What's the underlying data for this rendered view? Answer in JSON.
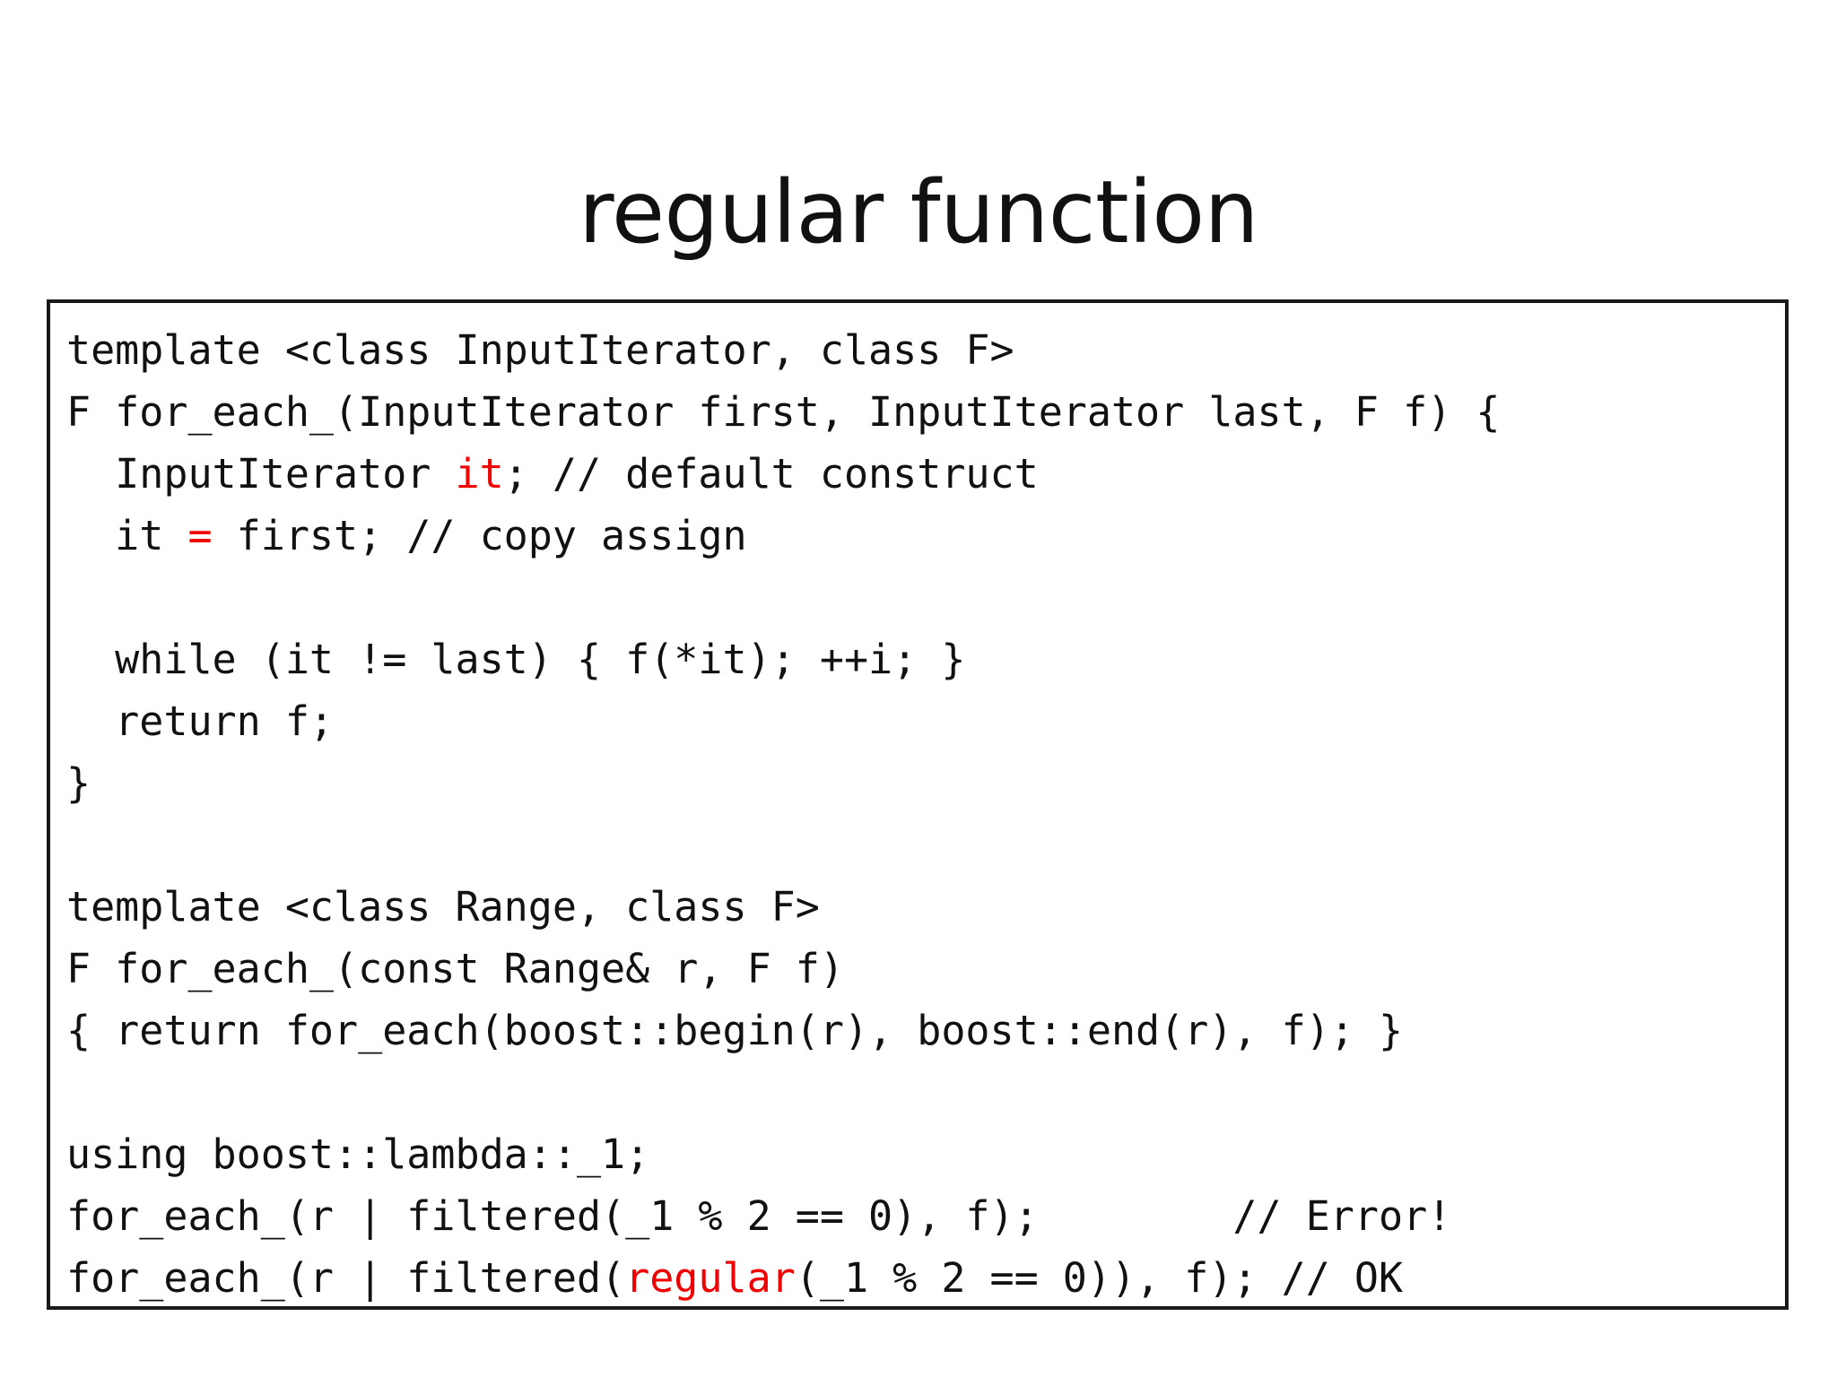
{
  "slide": {
    "title": "regular function",
    "background_color": "#ffffff",
    "text_color": "#111111",
    "accent_color": "#ee0000",
    "border_color": "#1a1a1a"
  },
  "code_block": {
    "language": "cpp",
    "lines": [
      {
        "tokens": [
          {
            "text": "template <class InputIterator, class F>",
            "color": "plain"
          }
        ]
      },
      {
        "tokens": [
          {
            "text": "F for_each_(InputIterator first, InputIterator last, F f) {",
            "color": "plain"
          }
        ]
      },
      {
        "tokens": [
          {
            "text": "  InputIterator ",
            "color": "plain"
          },
          {
            "text": "it",
            "color": "red"
          },
          {
            "text": "; // default construct",
            "color": "plain"
          }
        ]
      },
      {
        "tokens": [
          {
            "text": "  it ",
            "color": "plain"
          },
          {
            "text": "=",
            "color": "red"
          },
          {
            "text": " first; // copy assign",
            "color": "plain"
          }
        ]
      },
      {
        "tokens": [
          {
            "text": "",
            "color": "plain"
          }
        ]
      },
      {
        "tokens": [
          {
            "text": "  while (it != last) { f(*it); ++i; }",
            "color": "plain"
          }
        ]
      },
      {
        "tokens": [
          {
            "text": "  return f;",
            "color": "plain"
          }
        ]
      },
      {
        "tokens": [
          {
            "text": "}",
            "color": "plain"
          }
        ]
      },
      {
        "tokens": [
          {
            "text": "",
            "color": "plain"
          }
        ]
      },
      {
        "tokens": [
          {
            "text": "template <class Range, class F>",
            "color": "plain"
          }
        ]
      },
      {
        "tokens": [
          {
            "text": "F for_each_(const Range& r, F f)",
            "color": "plain"
          }
        ]
      },
      {
        "tokens": [
          {
            "text": "{ return for_each(boost::begin(r), boost::end(r), f); }",
            "color": "plain"
          }
        ]
      },
      {
        "tokens": [
          {
            "text": "",
            "color": "plain"
          }
        ]
      },
      {
        "tokens": [
          {
            "text": "using boost::lambda::_1;",
            "color": "plain"
          }
        ]
      },
      {
        "tokens": [
          {
            "text": "for_each_(r | filtered(_1 % 2 == 0), f);        // Error!",
            "color": "plain"
          }
        ]
      },
      {
        "tokens": [
          {
            "text": "for_each_(r | filtered(",
            "color": "plain"
          },
          {
            "text": "regular",
            "color": "red"
          },
          {
            "text": "(_1 % 2 == 0)), f); // OK",
            "color": "plain"
          }
        ]
      }
    ]
  }
}
